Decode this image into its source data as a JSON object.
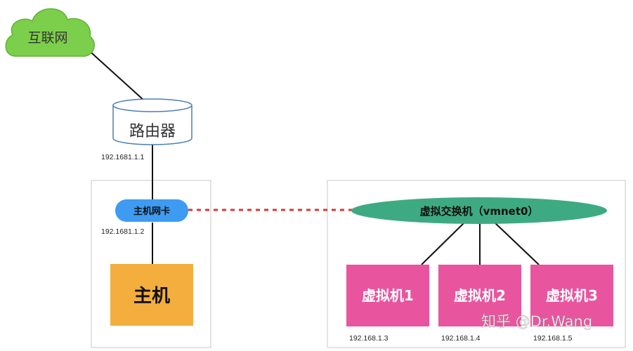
{
  "nodes": {
    "internet": {
      "label": "互联网"
    },
    "router": {
      "label": "路由器",
      "ip": "192.1681.1.1"
    },
    "host_nic": {
      "label": "主机网卡",
      "ip": "192.1681.1.2"
    },
    "host": {
      "label": "主机"
    },
    "vswitch": {
      "label": "虚拟交换机（vmnet0）"
    },
    "vms": [
      {
        "label": "虚拟机1",
        "ip": "192.168.1.3"
      },
      {
        "label": "虚拟机2",
        "ip": "192.168.1.4"
      },
      {
        "label": "虚拟机3",
        "ip": "192.168.1.5"
      }
    ]
  },
  "watermark": "知乎 @Dr.Wang",
  "colors": {
    "cloud_fill": "#7ccf4a",
    "cloud_stroke": "#5fb235",
    "router_stroke": "#4a7fb5",
    "nic_fill": "#3d9bf2",
    "host_fill": "#f4ae3d",
    "vswitch_fill": "#3eaa83",
    "vm_fill": "#e8559e",
    "bridge_line": "#d63a2f",
    "frame_stroke": "#c8c8c8",
    "line": "#111111"
  }
}
